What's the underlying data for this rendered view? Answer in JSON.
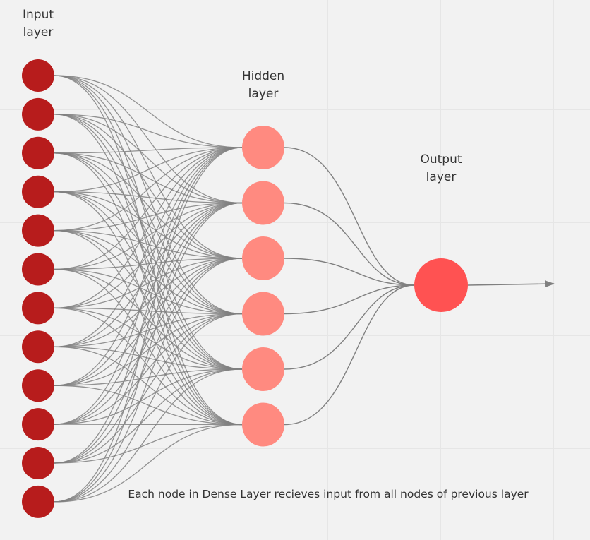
{
  "layers": {
    "input": {
      "label_line1": "Input",
      "label_line2": "layer",
      "node_count": 12,
      "node_color": "#b71c1c"
    },
    "hidden": {
      "label_line1": "Hidden",
      "label_line2": "layer",
      "node_count": 6,
      "node_color": "#ff8a80"
    },
    "output": {
      "label_line1": "Output",
      "label_line2": "layer",
      "node_count": 1,
      "node_color": "#ff5252"
    }
  },
  "connection_color": "#808080",
  "caption": "Each node in Dense Layer recieves input from all nodes of previous layer"
}
